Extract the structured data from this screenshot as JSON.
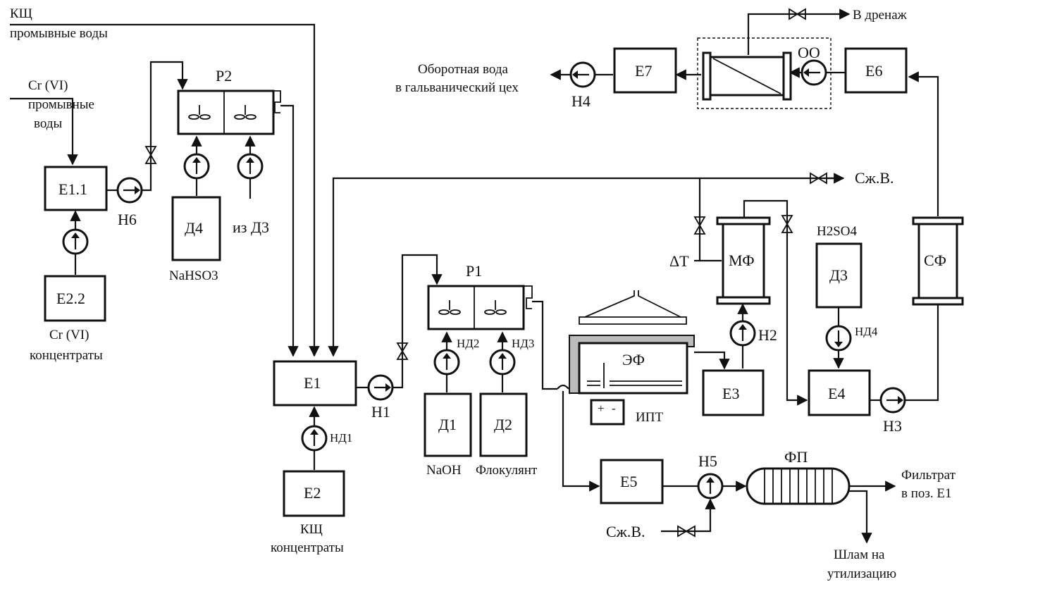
{
  "labels": {
    "kshch_rinse_1": "КЩ",
    "kshch_rinse_2": "промывные воды",
    "cr_rinse_1": "Cr (VI)",
    "cr_rinse_2": "промывные",
    "cr_rinse_3": "воды",
    "cr_conc_1": "Cr (VI)",
    "cr_conc_2": "концентраты",
    "kshch_conc_1": "КЩ",
    "kshch_conc_2": "концентраты",
    "nahso3": "NaHSO3",
    "from_d3": "из Д3",
    "naoh": "NaOH",
    "flocculant": "Флокулянт",
    "h2so4": "H2SO4",
    "compressed_air_top": "Сж.В.",
    "compressed_air_bottom": "Сж.В.",
    "drain": "В дренаж",
    "recycled_water_1": "Оборотная вода",
    "recycled_water_2": "в гальванический цех",
    "filtrate_1": "Фильтрат",
    "filtrate_2": "в поз. Е1",
    "sludge_1": "Шлам на",
    "sludge_2": "утилизацию",
    "delta_t": "ΔT"
  },
  "equipment": {
    "e1_1": "Е1.1",
    "e2_2": "Е2.2",
    "p2": "Р2",
    "d4": "Д4",
    "e1": "Е1",
    "e2": "Е2",
    "p1": "Р1",
    "d1": "Д1",
    "d2": "Д2",
    "ef": "ЭФ",
    "ipt": "ИПТ",
    "e3": "Е3",
    "mf": "МФ",
    "d3": "Д3",
    "e4": "Е4",
    "sf": "СФ",
    "e5": "Е5",
    "fp": "ФП",
    "e6": "Е6",
    "e7": "Е7",
    "oo": "ОО"
  },
  "pumps": {
    "n1": "Н1",
    "n2": "Н2",
    "n3": "Н3",
    "n4": "Н4",
    "n5": "Н5",
    "n6": "Н6",
    "nd1": "НД1",
    "nd2": "НД2",
    "nd3": "НД3",
    "nd4": "НД4"
  }
}
